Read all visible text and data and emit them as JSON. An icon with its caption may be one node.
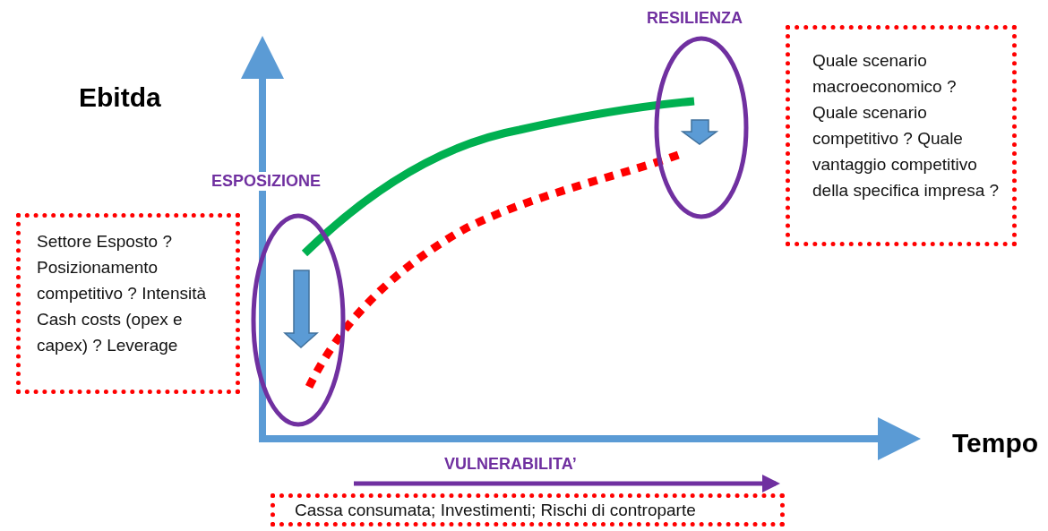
{
  "diagram": {
    "nodes": [
      {
        "text": [
          "Settore Esposto ? Posizionamento competitivo ? Intensità Cash costs (opex e capex) ? Leverage"
        ]
      },
      {
        "text": [
          "ESPOSIZIONE"
        ]
      },
      {
        "text": [
          "RESILIENZA"
        ]
      },
      {
        "text": [
          "Quale scenario macroeconomico ? Quale scenario competitivo ? Quale vantaggio competitivo della specifica impresa ?"
        ]
      },
      {
        "text": [
          "Cassa consumata; Investimenti; Rischi di controparte"
        ]
      }
    ],
    "labels": [
      "Ebitda",
      "Tempo",
      "VULNERABILITA’"
    ]
  }
}
